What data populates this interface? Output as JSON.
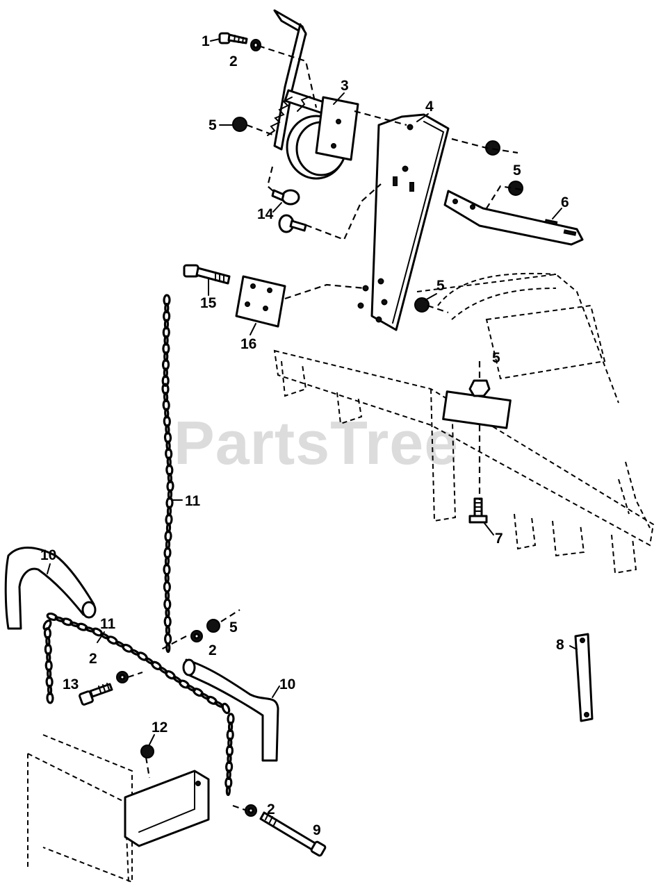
{
  "watermark": "PartsTree",
  "callouts": {
    "c1": "1",
    "c2a": "2",
    "c2b": "2",
    "c2c": "2",
    "c2d": "2",
    "c3": "3",
    "c4": "4",
    "c5a": "5",
    "c5b": "5",
    "c5c": "5",
    "c5d": "5",
    "c5e": "5",
    "c6": "6",
    "c7": "7",
    "c8": "8",
    "c9": "9",
    "c10a": "10",
    "c10b": "10",
    "c11a": "11",
    "c11b": "11",
    "c12": "12",
    "c13": "13",
    "c14": "14",
    "c15": "15",
    "c16": "16"
  },
  "colors": {
    "line": "#000000",
    "background": "#ffffff",
    "watermark": "#dcdcdc"
  }
}
